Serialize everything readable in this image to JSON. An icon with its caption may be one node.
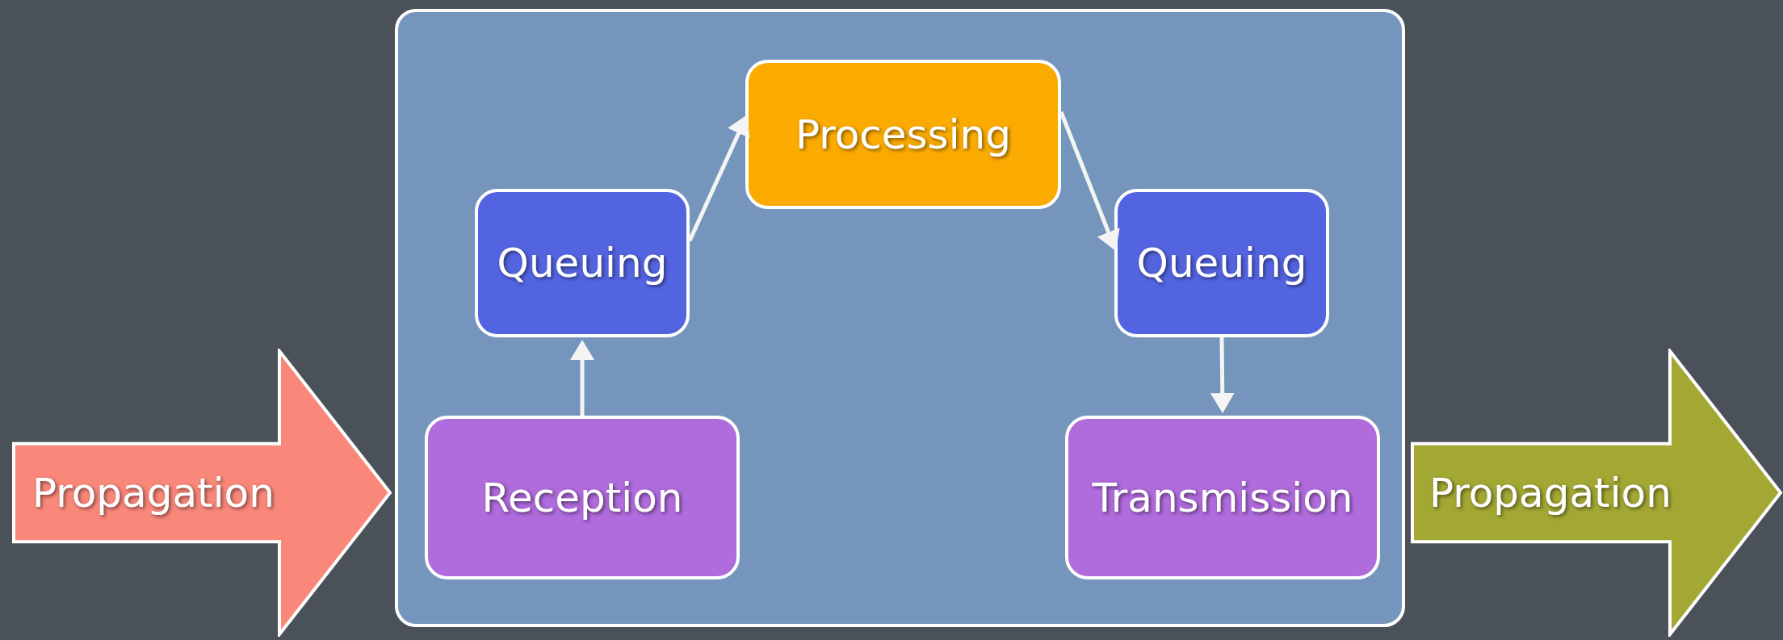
{
  "diagram": {
    "nodes": [
      {
        "text": [
          "Propagation"
        ]
      },
      {
        "text": [],
        "shape": "box"
      },
      {
        "text": [
          "Processing"
        ],
        "in": 1
      },
      {
        "text": [
          "Queuing"
        ],
        "in": 1
      },
      {
        "text": [
          "Queuing"
        ],
        "in": 1
      },
      {
        "text": [
          "Reception"
        ],
        "in": 1
      },
      {
        "text": [
          "Transmission"
        ],
        "in": 1
      },
      {
        "text": [
          "Propagation"
        ]
      }
    ],
    "edges": [
      {
        "from": 5,
        "to": 3,
        "arrow": "to"
      },
      {
        "from": 3,
        "to": 2,
        "arrow": "to"
      },
      {
        "from": 2,
        "to": 4,
        "arrow": "to"
      },
      {
        "from": 4,
        "to": 6,
        "arrow": "to"
      }
    ]
  }
}
